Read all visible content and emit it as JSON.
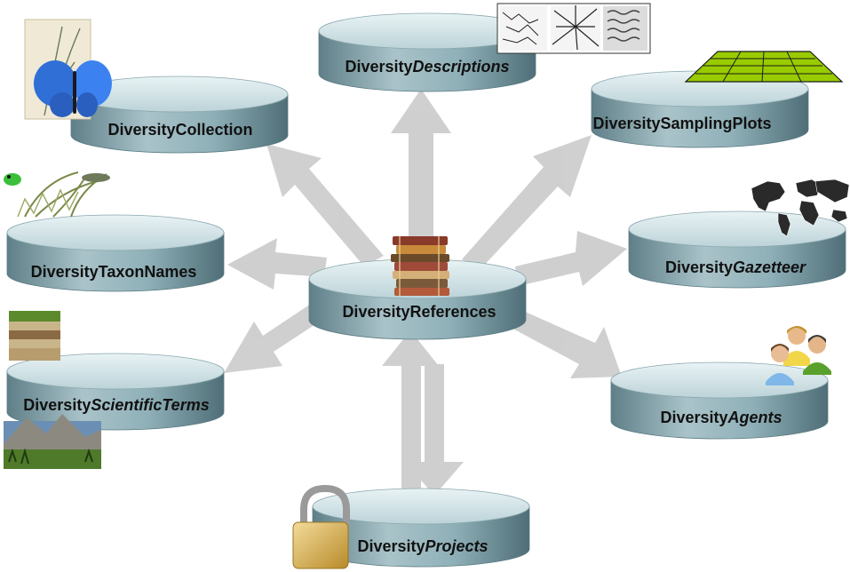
{
  "center": {
    "label_main": "Diversity",
    "label_tail": "References",
    "icon": "books-icon"
  },
  "modules": [
    {
      "id": "descriptions",
      "label_main": "Diversity",
      "label_tail": "Descriptions",
      "tail_italic": true,
      "icon": "microscopy-images-icon"
    },
    {
      "id": "collection",
      "label_main": "Diversity",
      "label_tail": "Collection",
      "tail_italic": false,
      "icon": "butterfly-specimen-icon"
    },
    {
      "id": "samplingplots",
      "label_main": "Diversity",
      "label_tail": "SamplingPlots",
      "tail_italic": false,
      "icon": "grid-plot-icon"
    },
    {
      "id": "taxonnames",
      "label_main": "Diversity",
      "label_tail": "TaxonNames",
      "tail_italic": false,
      "icon": "phylogenetic-tree-icon"
    },
    {
      "id": "gazetteer",
      "label_main": "Diversity",
      "label_tail": "Gazetteer",
      "tail_italic": true,
      "icon": "world-map-icon"
    },
    {
      "id": "scientificterms",
      "label_main": "Diversity",
      "label_tail": "ScientificTerms",
      "tail_italic": true,
      "icon": "landscape-soil-icon"
    },
    {
      "id": "agents",
      "label_main": "Diversity",
      "label_tail": "Agents",
      "tail_italic": true,
      "icon": "people-icon"
    },
    {
      "id": "projects",
      "label_main": "Diversity",
      "label_tail": "Projects",
      "tail_italic": true,
      "icon": "padlock-icon"
    }
  ],
  "colors": {
    "cylinder_top": "#d6e6ea",
    "cylinder_body": "#7fa0a8",
    "arrow": "#cfcfcf",
    "grid_green": "#99cc00"
  }
}
